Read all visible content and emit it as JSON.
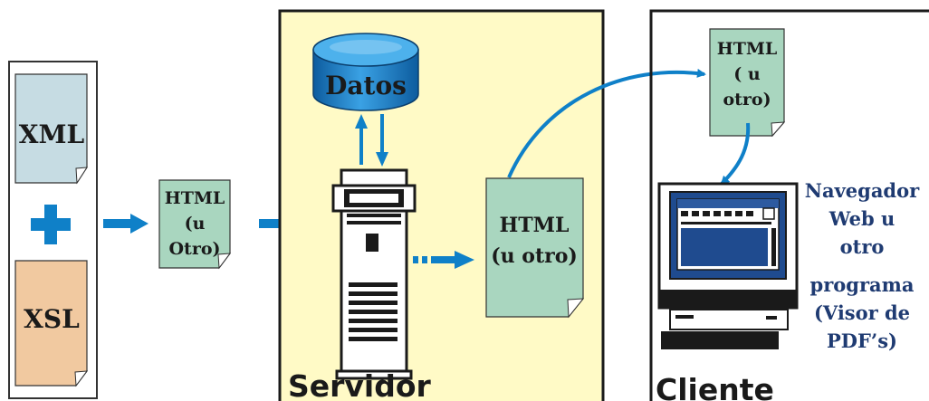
{
  "inputs": {
    "xml_label": "XML",
    "xsl_label": "XSL",
    "plus_symbol": "+"
  },
  "doc_mid": {
    "line1": "HTML",
    "line2": "(u",
    "line3": "Otro)"
  },
  "server": {
    "label": "Servidor",
    "db_label": "Datos",
    "output_doc": {
      "line1": "HTML",
      "line2": "(u otro)"
    }
  },
  "client": {
    "label": "Cliente",
    "doc": {
      "line1": "HTML",
      "line2": "( u",
      "line3": "otro)"
    },
    "browser_text": [
      "Navegador",
      "Web u",
      "otro",
      "programa",
      "(Visor de",
      "PDF’s)"
    ]
  },
  "colors": {
    "xml_doc": "#c6dce3",
    "xsl_doc": "#f1c9a0",
    "html_doc": "#a9d6bf",
    "server_bg": "#fffac6",
    "arrow": "#0f80c8",
    "db_blue": "#1879c0",
    "text_dark": "#1a1a1a",
    "browser_text": "#1f3b72"
  }
}
